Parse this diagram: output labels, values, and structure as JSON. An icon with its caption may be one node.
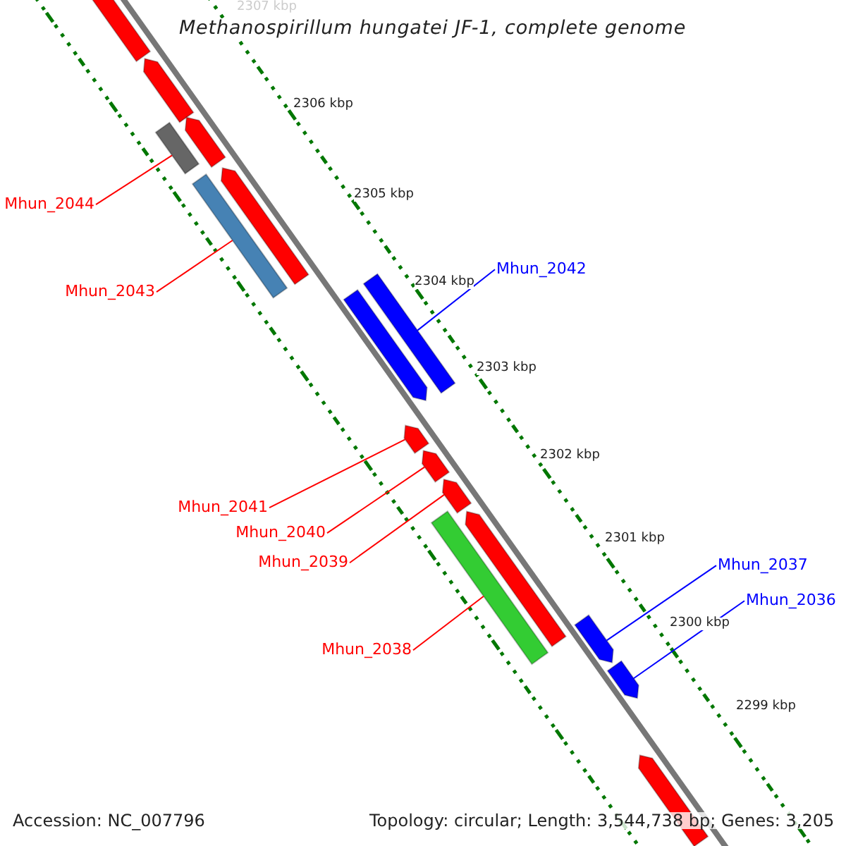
{
  "diagram": {
    "title": "Methanospirillum hungatei JF-1, complete genome",
    "nodes": [
      {
        "text": [
          "Mhun_2044"
        ]
      },
      {
        "text": [
          "Mhun_2043"
        ]
      },
      {
        "text": [
          "Mhun_2042"
        ]
      },
      {
        "text": [
          "Mhun_2041"
        ]
      },
      {
        "text": [
          "Mhun_2040"
        ]
      },
      {
        "text": [
          "Mhun_2039"
        ]
      },
      {
        "text": [
          "Mhun_2038"
        ]
      },
      {
        "text": [
          "Mhun_2037"
        ]
      },
      {
        "text": [
          "Mhun_2036"
        ]
      },
      {
        "text": [],
        "shape": "arrow"
      },
      {
        "text": [],
        "shape": "arrow"
      },
      {
        "text": [],
        "shape": "arrow"
      },
      {
        "text": [],
        "shape": "box"
      },
      {
        "text": [],
        "shape": "arrow"
      },
      {
        "text": [],
        "shape": "box"
      },
      {
        "text": [],
        "shape": "box"
      },
      {
        "text": [],
        "shape": "arrow"
      },
      {
        "text": [],
        "shape": "arrow"
      },
      {
        "text": [],
        "shape": "arrow"
      },
      {
        "text": [],
        "shape": "arrow"
      },
      {
        "text": [],
        "shape": "arrow"
      },
      {
        "text": [],
        "shape": "box"
      },
      {
        "text": [],
        "shape": "arrow"
      },
      {
        "text": [],
        "shape": "arrow"
      },
      {
        "text": [],
        "shape": "arrow"
      }
    ],
    "edges": [
      {
        "from": 0,
        "to": 12,
        "arrow": "none"
      },
      {
        "from": 1,
        "to": 14,
        "arrow": "none"
      },
      {
        "from": 2,
        "to": 15,
        "arrow": "none",
        "color": "#0000ff"
      },
      {
        "from": 3,
        "to": 17,
        "arrow": "none"
      },
      {
        "from": 4,
        "to": 18,
        "arrow": "none"
      },
      {
        "from": 5,
        "to": 19,
        "arrow": "none"
      },
      {
        "from": 6,
        "to": 21,
        "arrow": "none"
      },
      {
        "from": 7,
        "to": 22,
        "arrow": "none",
        "color": "#0000ff"
      },
      {
        "from": 8,
        "to": 23,
        "arrow": "none",
        "color": "#0000ff"
      }
    ],
    "labels": [
      "2307 kbp",
      "2306 kbp",
      "2305 kbp",
      "2304 kbp",
      "2303 kbp",
      "2302 kbp",
      "2301 kbp",
      "2300 kbp",
      "2299 kbp",
      "Accession: NC_007796",
      "Topology: circular; Length: 3,544,738 bp; Genes: 3,205"
    ]
  }
}
